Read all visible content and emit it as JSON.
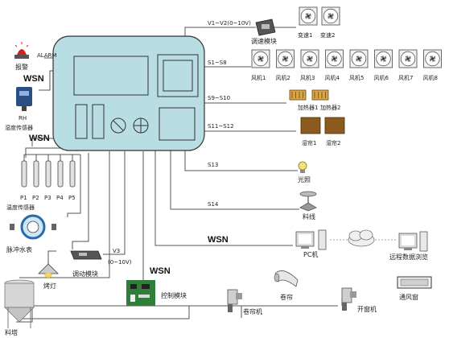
{
  "labels": {
    "alarm": "报警",
    "alarm_en": "ALARM",
    "wsn_left_top": "WSN",
    "wsn_left_mid": "WSN",
    "wsn_pc": "WSN",
    "wsn_ctrl": "WSN",
    "rh": "RH",
    "humidity_sensor": "湿度传感器",
    "temp_sensor": "温度传感器",
    "pulse_meter": "脉冲水表",
    "heat_lamp": "烤灯",
    "dimmer_module": "调动模块",
    "dimmer_range": "(0~10V)",
    "v3": "V3",
    "feed_tower": "料塔",
    "control_module": "控制模块",
    "curtain_machine": "卷帘机",
    "curtain": "卷帘",
    "window_opener": "开窗机",
    "vent_window": "通风窗",
    "pc": "PC机",
    "remote_browse": "远程数据浏览",
    "lighting": "光照",
    "feeder": "料线",
    "speed_module": "调速模块",
    "v1v2": "V1~V2(0~10V)",
    "s1s8": "S1~S8",
    "s9s10": "S9~S10",
    "s11s12": "S11~S12",
    "s13": "S13",
    "s14": "S14"
  },
  "probes": [
    "P1",
    "P2",
    "P3",
    "P4",
    "P5"
  ],
  "vfd": [
    "变速1",
    "变速2"
  ],
  "fans": [
    "风机1",
    "风机2",
    "风机3",
    "风机4",
    "风机5",
    "风机6",
    "风机7",
    "风机8"
  ],
  "heaters": [
    "加热器1",
    "加热器2"
  ],
  "wet_curtains": [
    "湿帘1",
    "湿帘2"
  ],
  "colors": {
    "controller_fill": "#b8dde3",
    "controller_stroke": "#333333",
    "wet_curtain": "#8b5a1e",
    "heater": "#d9a445",
    "alarm_red": "#d62020",
    "sensor_blue": "#2a4d86",
    "pcb_green": "#2f7f3a"
  }
}
